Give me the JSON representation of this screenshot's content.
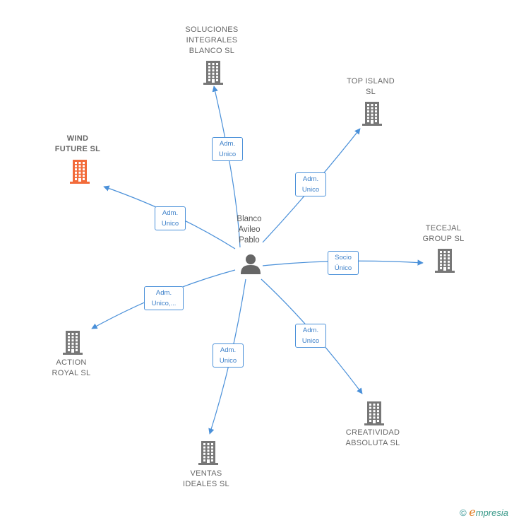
{
  "center": {
    "name": "Blanco\nAvileo\nPablo",
    "icon": "person-icon"
  },
  "nodes": [
    {
      "id": "soluciones",
      "label": "SOLUCIONES\nINTEGRALES\nBLANCO  SL",
      "relation": "Adm.\nUnico",
      "color": "#777777"
    },
    {
      "id": "top-island",
      "label": "TOP ISLAND\nSL",
      "relation": "Adm.\nUnico",
      "color": "#777777"
    },
    {
      "id": "wind-future",
      "label": "WIND\nFUTURE  SL",
      "relation": "Adm.\nUnico",
      "color": "#f26b3a",
      "highlight": true
    },
    {
      "id": "tecejal",
      "label": "TECEJAL\nGROUP SL",
      "relation": "Socio\nÚnico",
      "color": "#777777"
    },
    {
      "id": "action-royal",
      "label": "ACTION\nROYAL  SL",
      "relation": "Adm.\nUnico,...",
      "color": "#777777"
    },
    {
      "id": "creatividad",
      "label": "CREATIVIDAD\nABSOLUTA  SL",
      "relation": "Adm.\nUnico",
      "color": "#777777"
    },
    {
      "id": "ventas",
      "label": "VENTAS\nIDEALES  SL",
      "relation": "Adm.\nUnico",
      "color": "#777777"
    }
  ],
  "colors": {
    "edge": "#4a90d9",
    "building": "#777777",
    "highlight": "#f26b3a"
  },
  "brand": {
    "copyright": "©",
    "e": "e",
    "rest": "mpresia"
  }
}
